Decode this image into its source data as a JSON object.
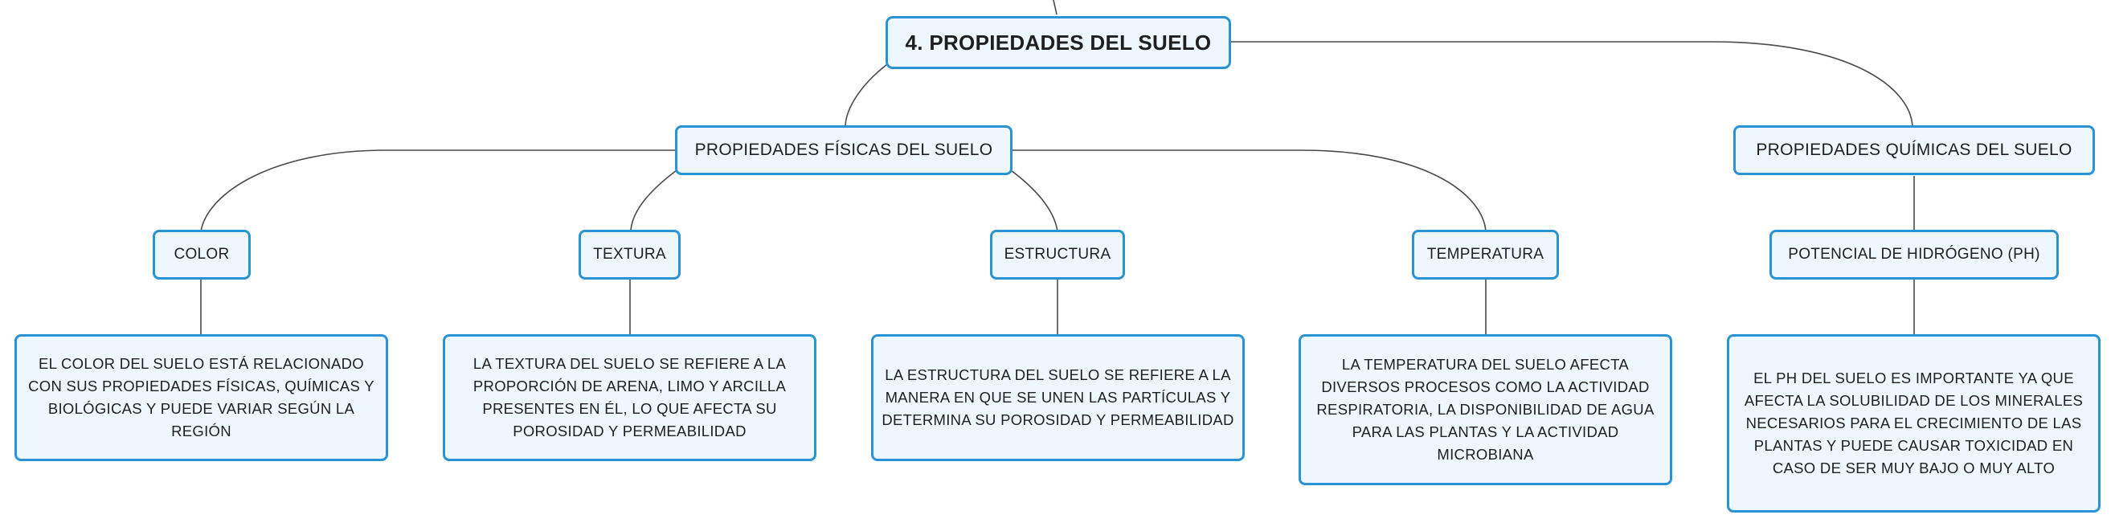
{
  "root": {
    "label": "4. PROPIEDADES DEL SUELO"
  },
  "physical": {
    "label": "PROPIEDADES FÍSICAS DEL SUELO",
    "children": [
      {
        "label": "COLOR",
        "description": "EL COLOR DEL SUELO ESTÁ RELACIONADO CON SUS PROPIEDADES FÍSICAS, QUÍMICAS Y BIOLÓGICAS Y PUEDE VARIAR SEGÚN LA REGIÓN"
      },
      {
        "label": "TEXTURA",
        "description": "LA TEXTURA DEL SUELO SE REFIERE A LA PROPORCIÓN DE ARENA, LIMO Y ARCILLA PRESENTES EN ÉL, LO QUE AFECTA SU POROSIDAD Y PERMEABILIDAD"
      },
      {
        "label": "ESTRUCTURA",
        "description": "LA ESTRUCTURA DEL SUELO SE REFIERE A LA MANERA EN QUE SE UNEN LAS PARTÍCULAS Y DETERMINA SU POROSIDAD Y PERMEABILIDAD"
      },
      {
        "label": "TEMPERATURA",
        "description": "LA TEMPERATURA DEL SUELO AFECTA DIVERSOS PROCESOS COMO LA ACTIVIDAD RESPIRATORIA, LA DISPONIBILIDAD DE AGUA PARA LAS PLANTAS Y LA ACTIVIDAD MICROBIANA"
      }
    ]
  },
  "chemical": {
    "label": "PROPIEDADES QUÍMICAS DEL SUELO",
    "children": [
      {
        "label": "POTENCIAL DE HIDRÓGENO (PH)",
        "description": "EL PH DEL SUELO ES IMPORTANTE YA QUE AFECTA LA SOLUBILIDAD DE LOS MINERALES NECESARIOS PARA EL CRECIMIENTO DE LAS PLANTAS Y PUEDE CAUSAR TOXICIDAD EN CASO DE SER MUY BAJO O MUY ALTO"
      }
    ]
  },
  "colors": {
    "border": "#2a93d5",
    "fill": "#eef7fd",
    "line": "#4a4a4a"
  }
}
